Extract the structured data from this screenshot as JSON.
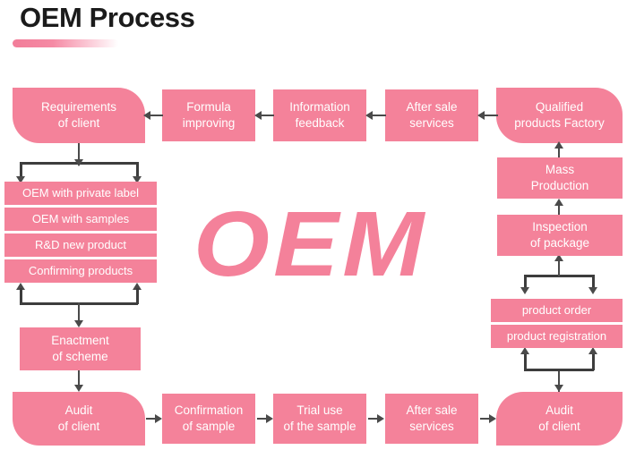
{
  "page": {
    "title": "OEM Process",
    "watermark": "OEM",
    "background_color": "#ffffff",
    "box_fill_color": "#f4829a",
    "box_text_color": "#ffffff",
    "connector_color": "#4a4a4a",
    "accent_color": "#f27d99"
  },
  "nodes": {
    "requirements_of_client": "Requirements\nof client",
    "formula_improving": "Formula\nimproving",
    "information_feedback": "Information\nfeedback",
    "after_sale_services_top": "After sale\nservices",
    "qualified_products_factory": "Qualified\nproducts Factory",
    "oem_private_label": "OEM with private label",
    "oem_with_samples": "OEM with samples",
    "rd_new_product": "R&D new product",
    "confirming_products": "Confirming products",
    "mass_production": "Mass\nProduction",
    "inspection_of_package": "Inspection\nof package",
    "product_order": "product order",
    "product_registration": "product registration",
    "enactment_of_scheme": "Enactment\nof scheme",
    "audit_of_client_left": "Audit\nof client",
    "confirmation_of_sample": "Confirmation\nof sample",
    "trial_use_of_the_sample": "Trial use\nof the sample",
    "after_sale_services_bottom": "After sale\nservices",
    "audit_of_client_right": "Audit\nof client"
  }
}
